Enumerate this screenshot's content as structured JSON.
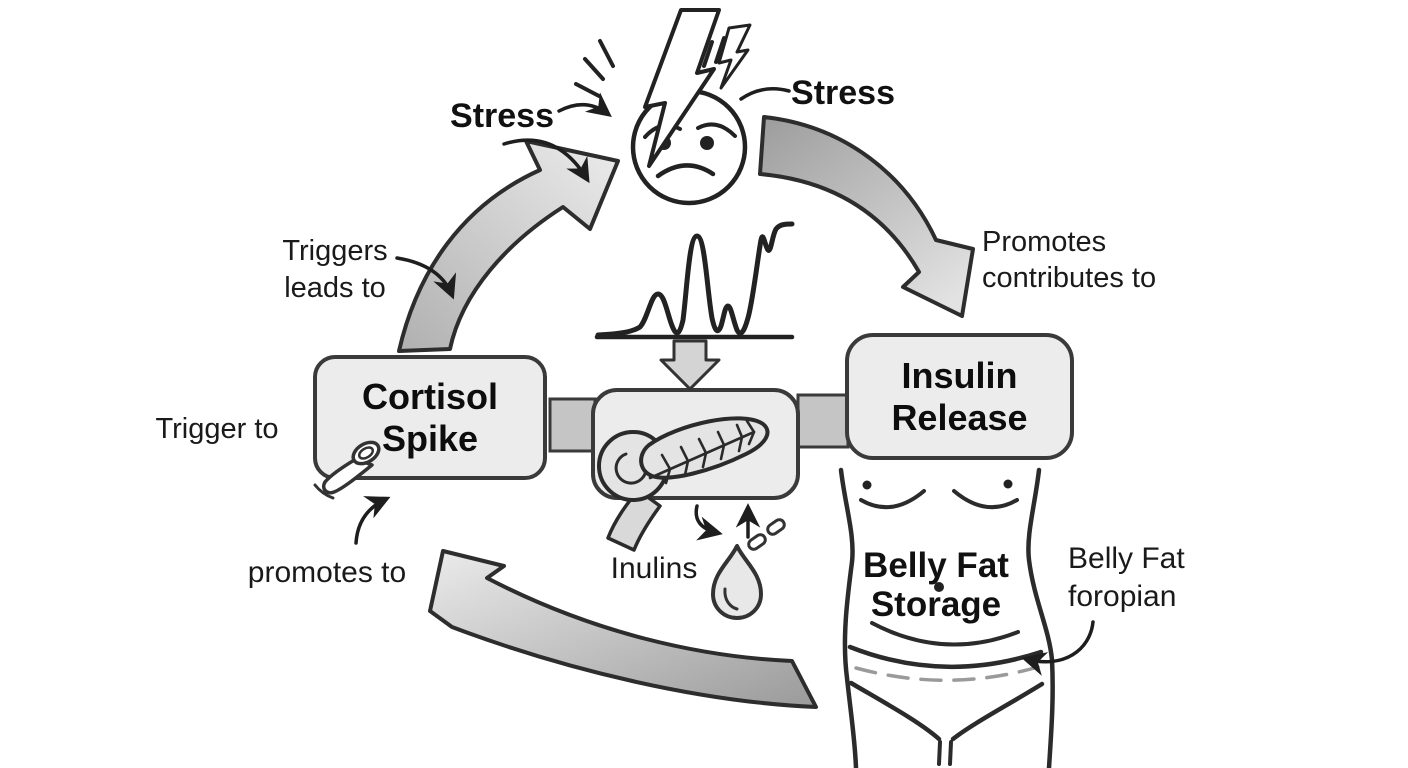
{
  "nodes": {
    "stressed_face": {
      "label_left": "Stress",
      "label_right": "Stress",
      "icon": "sad-face-icon, lightning-icon"
    },
    "cortisol": {
      "label": "Cortisol\nSpike",
      "icon": "cortisol-vial-icon"
    },
    "pancreas": {
      "icon": "pancreas-icon, waveform-icon"
    },
    "insulin": {
      "label": "Insulin\nRelease"
    },
    "belly": {
      "label": "Belly Fat\nStorage",
      "icon": "torso-icon"
    },
    "secretion": {
      "icon": "droplet-icon, pill-icon"
    }
  },
  "annotations": {
    "triggers": "Triggers\nleads to",
    "trigger_to": "Trigger to",
    "promotes_contributes": "Promotes\ncontributes to",
    "inulins": "Inulins",
    "promotes_to": "promotes to",
    "belly_fat_foropian": "Belly Fat\nforopian"
  },
  "colors": {
    "background": "#ffffff",
    "box_fill": "#ececec",
    "box_border": "#3a3a3a",
    "connector_fill": "#c5c5c5",
    "arrow_light": "#ececec",
    "arrow_dark": "#9a9a9a",
    "line": "#222222",
    "text": "#111111"
  }
}
